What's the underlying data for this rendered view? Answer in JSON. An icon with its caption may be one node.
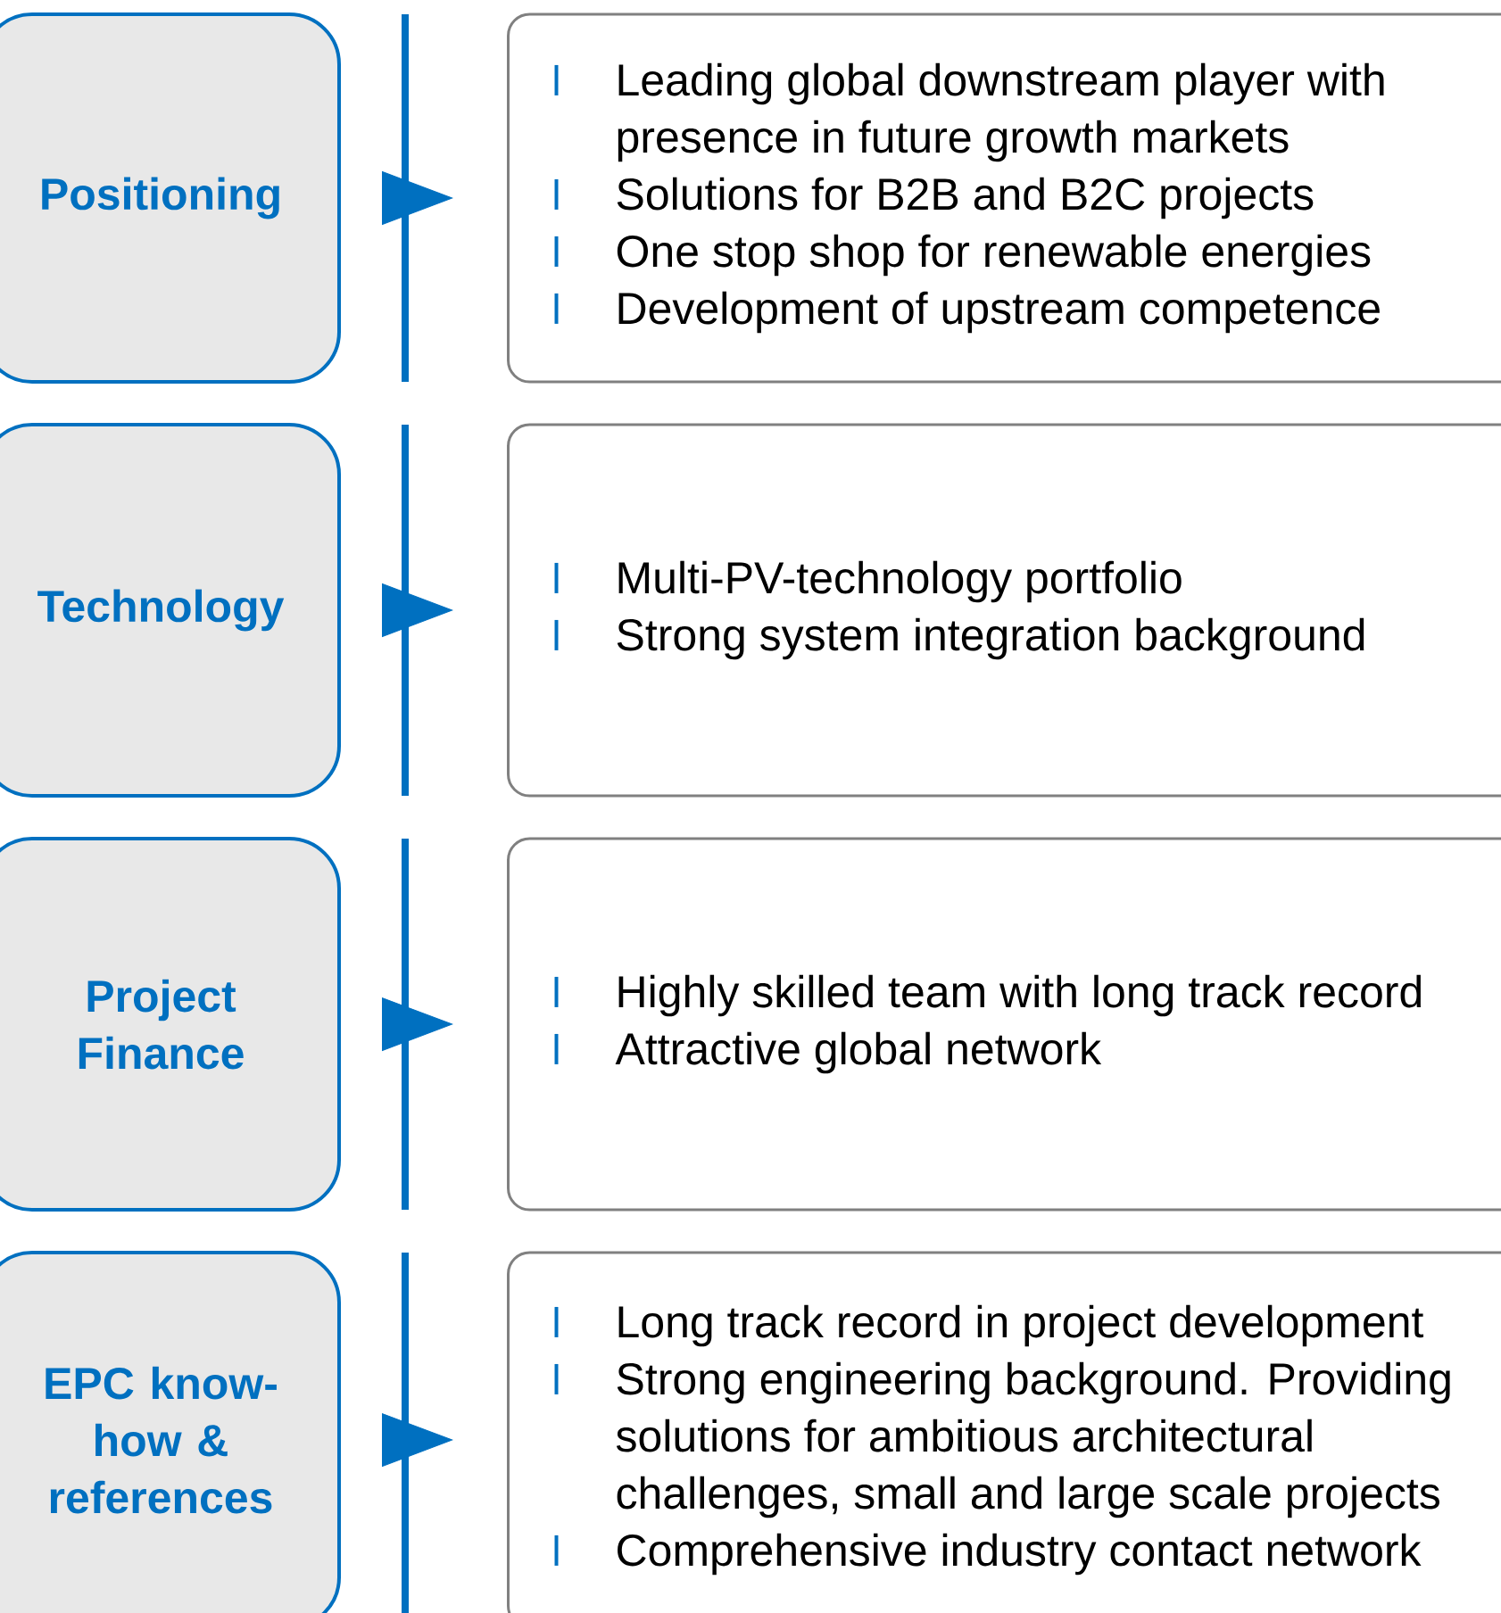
{
  "diagram": {
    "nodes": [
      {
        "text": [
          "Positioning"
        ]
      },
      {
        "text": [
          "Technology"
        ]
      },
      {
        "text": [
          "Project Finance"
        ]
      },
      {
        "text": [
          "EPC know-how & references"
        ]
      },
      {
        "text": [
          "Leading global downstream player with presence in future growth markets",
          "Solutions for B2B and B2C projects",
          "One stop shop for renewable energies",
          "Development of upstream competence"
        ]
      },
      {
        "text": [
          "Multi-PV-technology portfolio",
          "Strong system integration background"
        ]
      },
      {
        "text": [
          "Highly skilled team with long track record",
          "Attractive global network"
        ]
      },
      {
        "text": [
          "Long track record in project development",
          "Strong engineering background. Providing solutions for ambitious architectural challenges, small and large scale projects",
          "Comprehensive industry contact network"
        ]
      }
    ],
    "edges": [
      {
        "from": 0,
        "to": 4,
        "arrow": "to"
      },
      {
        "from": 1,
        "to": 5,
        "arrow": "to"
      },
      {
        "from": 2,
        "to": 6,
        "arrow": "to"
      },
      {
        "from": 3,
        "to": 7,
        "arrow": "to"
      }
    ]
  }
}
